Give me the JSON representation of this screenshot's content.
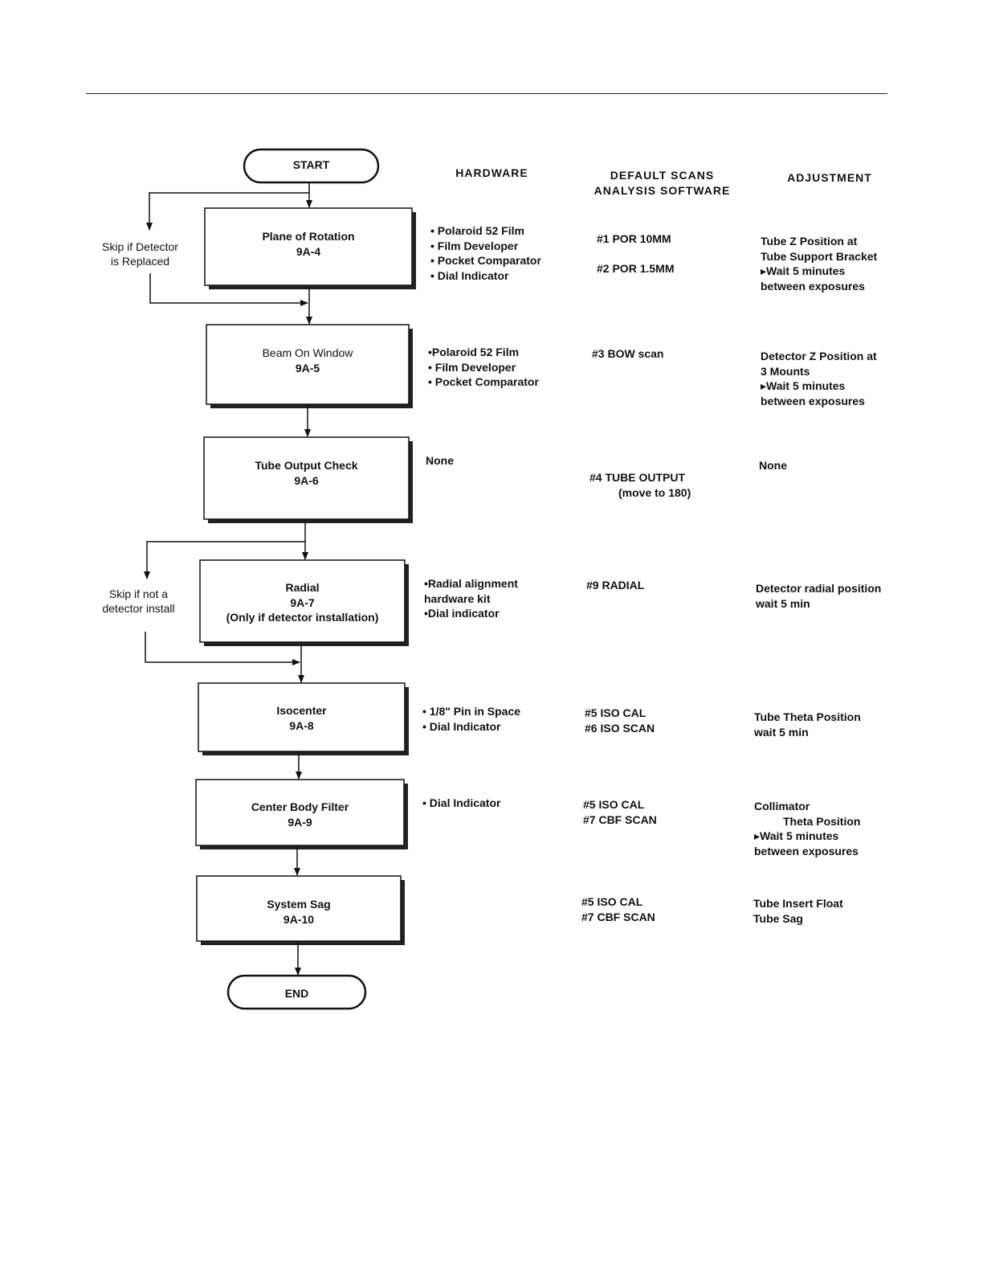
{
  "columns": {
    "hardware": "HARDWARE",
    "default_scans": [
      "DEFAULT  SCANS",
      "ANALYSIS  SOFTWARE"
    ],
    "adjustment": "ADJUSTMENT"
  },
  "terminals": {
    "start": "START",
    "end": "END"
  },
  "skips": [
    {
      "lines": [
        "Skip if Detector",
        "is Replaced"
      ]
    },
    {
      "lines": [
        "Skip if not a",
        "detector  install"
      ]
    }
  ],
  "steps": [
    {
      "lines": [
        "Plane of Rotation",
        "9A-4"
      ],
      "hardware": [
        "• Polaroid 52 Film",
        "• Film Developer",
        "• Pocket Comparator",
        "• Dial Indicator"
      ],
      "scans": [
        "#1   POR  10MM",
        "",
        "#2   POR  1.5MM"
      ],
      "adjustment": [
        "Tube  Z  Position at",
        "Tube Support Bracket",
        "▸Wait 5 minutes",
        "between exposures"
      ]
    },
    {
      "lines": [
        "Beam On Window",
        "9A-5"
      ],
      "hardware": [
        "•Polaroid 52 Film",
        "• Film Developer",
        "• Pocket Comparator"
      ],
      "scans": [
        "#3   BOW scan"
      ],
      "adjustment": [
        "Detector Z Position at",
        "3  Mounts",
        "▸Wait 5 minutes",
        "between exposures"
      ]
    },
    {
      "lines": [
        "Tube  Output Check",
        "9A-6"
      ],
      "hardware": [
        "None"
      ],
      "scans": [
        "#4   TUBE   OUTPUT",
        "      (move to 180)"
      ],
      "adjustment": [
        "None"
      ]
    },
    {
      "lines": [
        "Radial",
        "9A-7",
        "(Only if detector installation)"
      ],
      "hardware": [
        "•Radial alignment",
        "hardware kit",
        "•Dial indicator"
      ],
      "scans": [
        "#9   RADIAL"
      ],
      "adjustment": [
        "Detector radial position",
        "wait 5 min"
      ]
    },
    {
      "lines": [
        "Isocenter",
        "9A-8"
      ],
      "hardware": [
        "• 1/8\" Pin in Space",
        "• Dial Indicator"
      ],
      "scans": [
        "#5   ISO  CAL",
        "#6   ISO   SCAN"
      ],
      "adjustment": [
        "Tube Theta  Position",
        "wait 5 min"
      ]
    },
    {
      "lines": [
        "Center Body Filter",
        "9A-9"
      ],
      "hardware": [
        "• Dial Indicator"
      ],
      "scans": [
        "#5   ISO  CAL",
        "#7   CBF  SCAN"
      ],
      "adjustment": [
        "Collimator",
        "Theta  Position",
        "▸Wait 5 minutes",
        "between exposures"
      ]
    },
    {
      "lines": [
        "System Sag",
        "9A-10"
      ],
      "hardware": [],
      "scans": [
        "#5   ISO  CAL",
        "#7   CBF  SCAN"
      ],
      "adjustment": [
        "Tube  Insert Float",
        "Tube Sag"
      ]
    }
  ]
}
